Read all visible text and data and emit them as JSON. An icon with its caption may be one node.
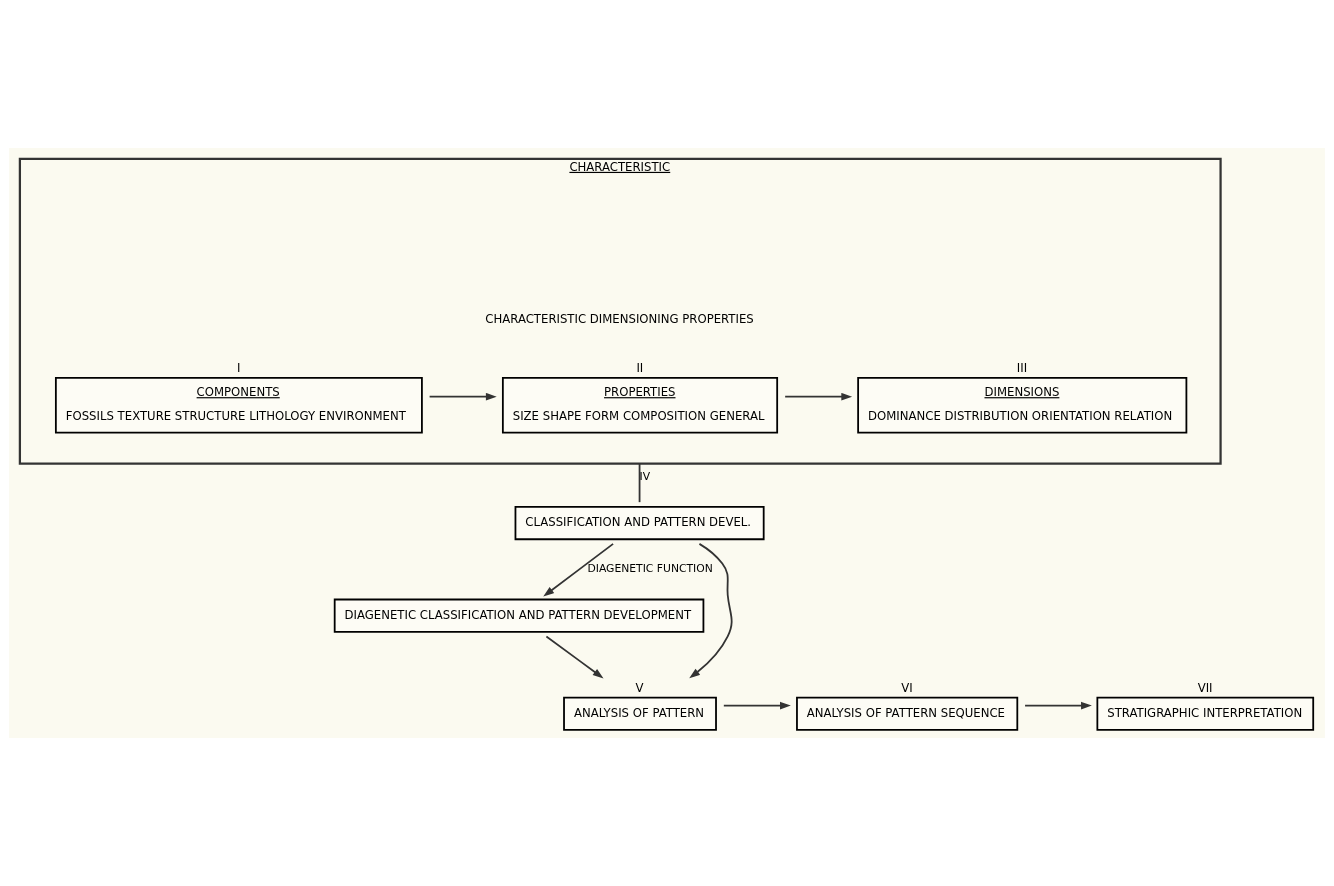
{
  "diagram": {
    "nodes": [
      {
        "text": [
          "CHARACTERISTIC",
          "CHARACTERISTIC DIMENSIONING PROPERTIES"
        ]
      },
      {
        "text": [
          "COMPONENTS",
          "FOSSILS TEXTURE STRUCTURE LITHOLOGY ENVIRONMENT"
        ],
        "beside": [
          "I"
        ],
        "in": 0
      },
      {
        "text": [
          "PROPERTIES",
          "SIZE SHAPE FORM COMPOSITION GENERAL"
        ],
        "beside": [
          "II"
        ],
        "in": 0
      },
      {
        "text": [
          "DIMENSIONS",
          "DOMINANCE DISTRIBUTION ORIENTATION RELATION"
        ],
        "beside": [
          "III"
        ],
        "in": 0
      },
      {
        "text": [
          "CLASSIFICATION AND PATTERN DEVEL."
        ]
      },
      {
        "text": [
          "DIAGENETIC CLASSIFICATION AND PATTERN DEVELOPMENT"
        ]
      },
      {
        "text": [
          "ANALYSIS OF PATTERN"
        ],
        "beside": [
          "V"
        ]
      },
      {
        "text": [
          "ANALYSIS OF PATTERN SEQUENCE"
        ],
        "beside": [
          "VI"
        ]
      },
      {
        "text": [
          "STRATIGRAPHIC INTERPRETATION"
        ],
        "beside": [
          "VII"
        ]
      }
    ],
    "edges": [
      {
        "from": 1,
        "to": 2,
        "arrow": "to"
      },
      {
        "from": 2,
        "to": 3,
        "arrow": "to"
      },
      {
        "from": 0,
        "to": 4,
        "arrow": "none",
        "label": "IV"
      },
      {
        "from": 4,
        "to": 5,
        "arrow": "to",
        "label": "DIAGENETIC FUNCTION"
      },
      {
        "from": 4,
        "to": 6,
        "arrow": "to"
      },
      {
        "from": 5,
        "to": 6,
        "arrow": "to"
      },
      {
        "from": 6,
        "to": 7,
        "arrow": "to"
      },
      {
        "from": 7,
        "to": 8,
        "arrow": "to"
      }
    ]
  }
}
